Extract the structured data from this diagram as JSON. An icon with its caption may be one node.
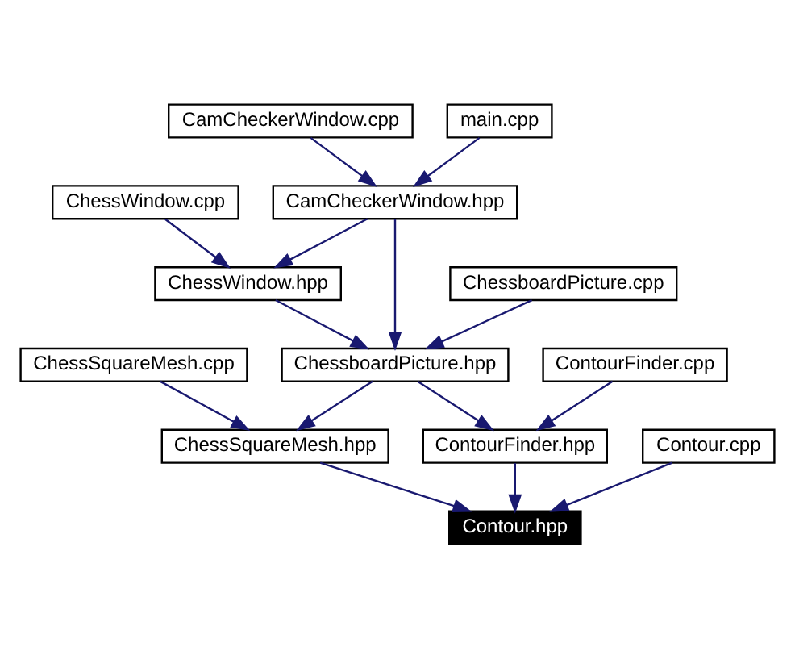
{
  "diagram": {
    "nodes": [
      {
        "text": [
          "CamCheckerWindow.cpp"
        ]
      },
      {
        "text": [
          "main.cpp"
        ]
      },
      {
        "text": [
          "ChessWindow.cpp"
        ]
      },
      {
        "text": [
          "CamCheckerWindow.hpp"
        ]
      },
      {
        "text": [
          "ChessWindow.hpp"
        ]
      },
      {
        "text": [
          "ChessboardPicture.cpp"
        ]
      },
      {
        "text": [
          "ChessSquareMesh.cpp"
        ]
      },
      {
        "text": [
          "ChessboardPicture.hpp"
        ]
      },
      {
        "text": [
          "ContourFinder.cpp"
        ]
      },
      {
        "text": [
          "ChessSquareMesh.hpp"
        ]
      },
      {
        "text": [
          "ContourFinder.hpp"
        ]
      },
      {
        "text": [
          "Contour.cpp"
        ]
      },
      {
        "text": [
          "Contour.hpp"
        ]
      }
    ],
    "edges": [
      {
        "from": 0,
        "to": 3,
        "arrow": "to"
      },
      {
        "from": 1,
        "to": 3,
        "arrow": "to"
      },
      {
        "from": 2,
        "to": 4,
        "arrow": "to"
      },
      {
        "from": 3,
        "to": 4,
        "arrow": "to"
      },
      {
        "from": 3,
        "to": 7,
        "arrow": "to"
      },
      {
        "from": 4,
        "to": 7,
        "arrow": "to"
      },
      {
        "from": 5,
        "to": 7,
        "arrow": "to"
      },
      {
        "from": 6,
        "to": 9,
        "arrow": "to"
      },
      {
        "from": 7,
        "to": 9,
        "arrow": "to"
      },
      {
        "from": 7,
        "to": 10,
        "arrow": "to"
      },
      {
        "from": 8,
        "to": 10,
        "arrow": "to"
      },
      {
        "from": 9,
        "to": 12,
        "arrow": "to"
      },
      {
        "from": 10,
        "to": 12,
        "arrow": "to"
      },
      {
        "from": 11,
        "to": 12,
        "arrow": "to"
      }
    ]
  }
}
